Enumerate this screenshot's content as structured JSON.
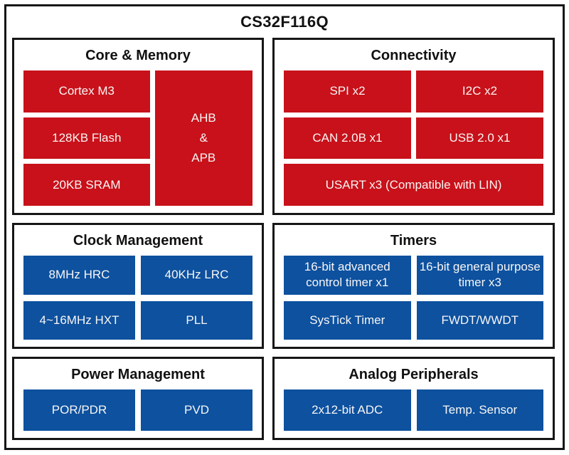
{
  "title": "CS32F116Q",
  "colors": {
    "block_red": "#c8111a",
    "block_blue": "#0d519f",
    "border": "#161616",
    "background": "#ffffff",
    "block_text": "#f9f6f5"
  },
  "sections": {
    "core_memory": {
      "title": "Core & Memory",
      "blocks": [
        "Cortex M3",
        "128KB Flash",
        "20KB SRAM"
      ],
      "bus_block": "AHB\n&\nAPB"
    },
    "connectivity": {
      "title": "Connectivity",
      "blocks": [
        "SPI x2",
        "I2C x2",
        "CAN 2.0B x1",
        "USB 2.0 x1",
        "USART x3 (Compatible with LIN)"
      ]
    },
    "clock_management": {
      "title": "Clock Management",
      "blocks": [
        "8MHz HRC",
        "40KHz LRC",
        "4~16MHz HXT",
        "PLL"
      ]
    },
    "timers": {
      "title": "Timers",
      "blocks": [
        "16-bit advanced control timer x1",
        "16-bit general purpose timer x3",
        "SysTick Timer",
        "FWDT/WWDT"
      ]
    },
    "power_management": {
      "title": "Power Management",
      "blocks": [
        "POR/PDR",
        "PVD"
      ]
    },
    "analog_peripherals": {
      "title": "Analog Peripherals",
      "blocks": [
        "2x12-bit ADC",
        "Temp. Sensor"
      ]
    }
  }
}
